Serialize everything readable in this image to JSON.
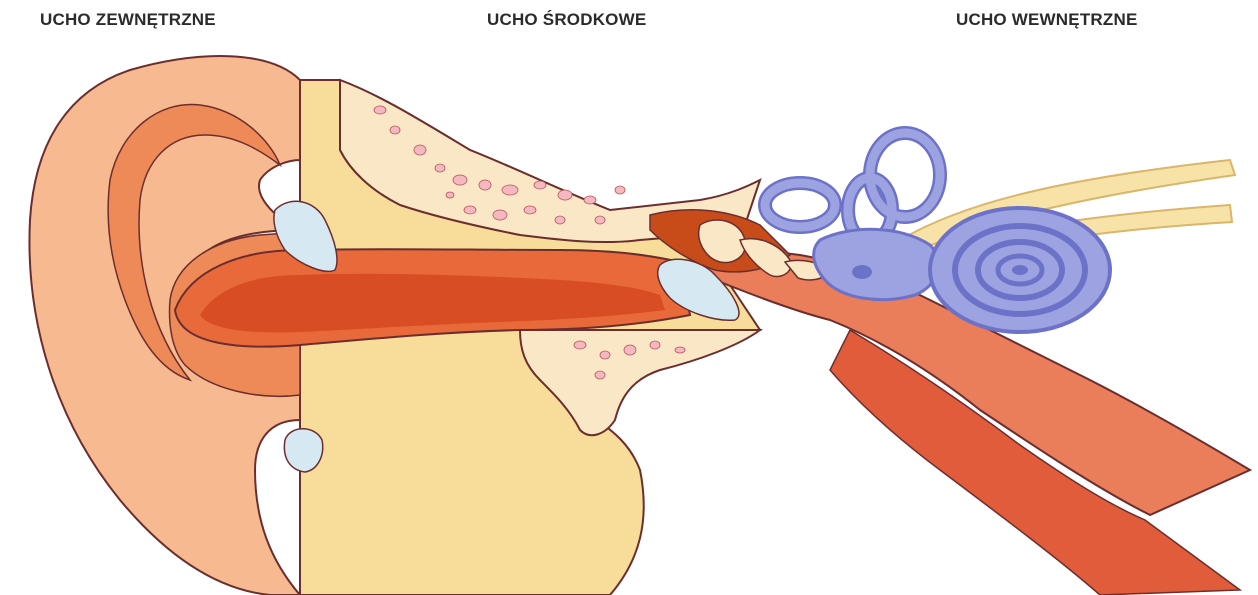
{
  "labels": {
    "outer_ear": "UCHO ZEWNĘTRZNE",
    "middle_ear": "UCHO ŚRODKOWE",
    "inner_ear": "UCHO WEWNĘTRZNE"
  },
  "colors": {
    "skin": "#f7b98f",
    "skin_dark": "#ee8a57",
    "canal": "#e86a3a",
    "canal_deep": "#d94d24",
    "bone": "#f9e7c6",
    "fat": "#f7dc9a",
    "bone_spots": "#f3b8c0",
    "cartilage": "#d6e8f2",
    "inner_ear": "#9da3e0",
    "inner_ear_dark": "#6d72c9",
    "tube": "#ea7d5a",
    "outline": "#6b2e2e"
  }
}
